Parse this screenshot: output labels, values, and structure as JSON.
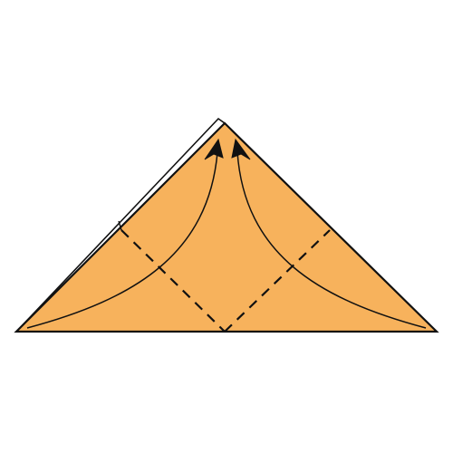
{
  "diagram": {
    "type": "origami-fold-step",
    "description_elements": [
      "folded-triangle",
      "valley-fold-lines",
      "fold-up-arrows"
    ],
    "colors": {
      "paper": "#F7B25C",
      "outline": "#111111",
      "background": "#FFFFFF",
      "back_layer": "#FFFFFF"
    },
    "fold_lines": {
      "style": "dashed",
      "count": 2
    },
    "arrows": {
      "count": 2,
      "direction": "up-to-apex"
    }
  }
}
